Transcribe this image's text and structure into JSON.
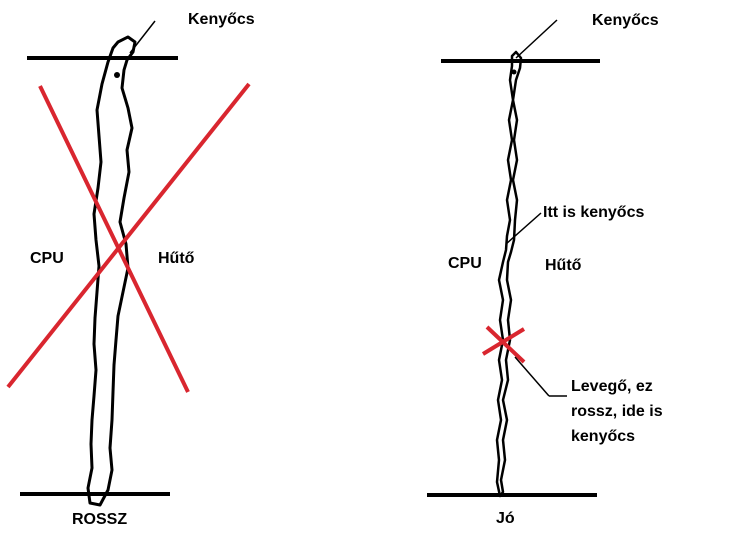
{
  "left_panel": {
    "paste_label": "Kenyőcs",
    "cpu_label": "CPU",
    "cooler_label": "Hűtő",
    "verdict": "ROSSZ",
    "cross_color": "#d9262f"
  },
  "right_panel": {
    "paste_label": "Kenyőcs",
    "paste_here_label": "Itt is kenyőcs",
    "cpu_label": "CPU",
    "cooler_label": "Hűtő",
    "air_note_line1": "Levegő, ez",
    "air_note_line2": "rossz, ide is",
    "air_note_line3": "kenyőcs",
    "verdict": "Jó",
    "cross_color": "#d9262f"
  }
}
